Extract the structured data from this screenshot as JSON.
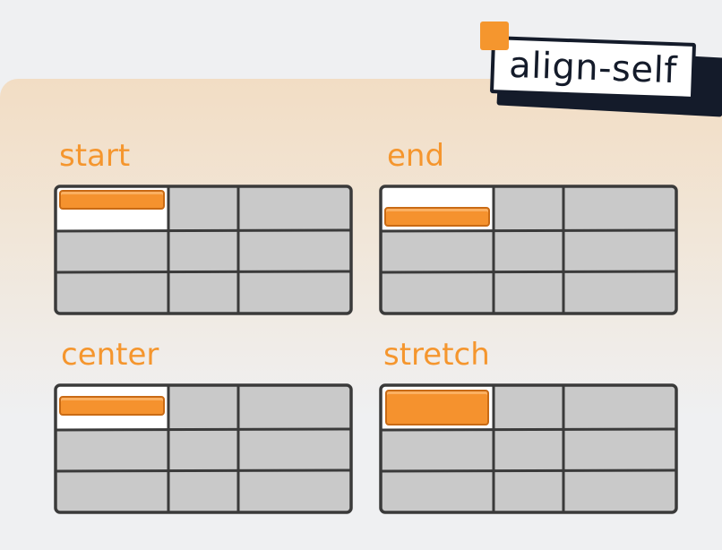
{
  "title": "align-self",
  "colors": {
    "accent": "#f5962e",
    "ink": "#141b2a",
    "cell": "#c9c9c9",
    "highlight_cell": "#ffffff"
  },
  "examples": [
    {
      "id": "start",
      "label": "start"
    },
    {
      "id": "end",
      "label": "end"
    },
    {
      "id": "center",
      "label": "center"
    },
    {
      "id": "stretch",
      "label": "stretch"
    }
  ]
}
